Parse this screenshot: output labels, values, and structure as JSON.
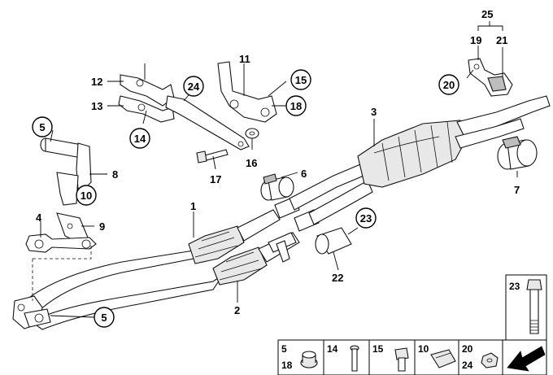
{
  "callouts": {
    "c1": "1",
    "c2": "2",
    "c3": "3",
    "c4": "4",
    "c5a": "5",
    "c5b": "5",
    "c6": "6",
    "c7": "7",
    "c8": "8",
    "c9": "9",
    "c10": "10",
    "c11": "11",
    "c12": "12",
    "c13": "13",
    "c14": "14",
    "c15": "15",
    "c16": "16",
    "c17": "17",
    "c18": "18",
    "c19": "19",
    "c20": "20",
    "c21": "21",
    "c22": "22",
    "c23a": "23",
    "c23b": "23",
    "c24": "24",
    "c25": "25"
  },
  "legend": {
    "cell1": {
      "top": "5",
      "bottom": "18"
    },
    "cell2": {
      "top": "14"
    },
    "cell3": {
      "top": "15"
    },
    "cell4": {
      "top": "10"
    },
    "cell5": {
      "top": "20",
      "bottom": "24"
    },
    "bolt_label": "23"
  }
}
